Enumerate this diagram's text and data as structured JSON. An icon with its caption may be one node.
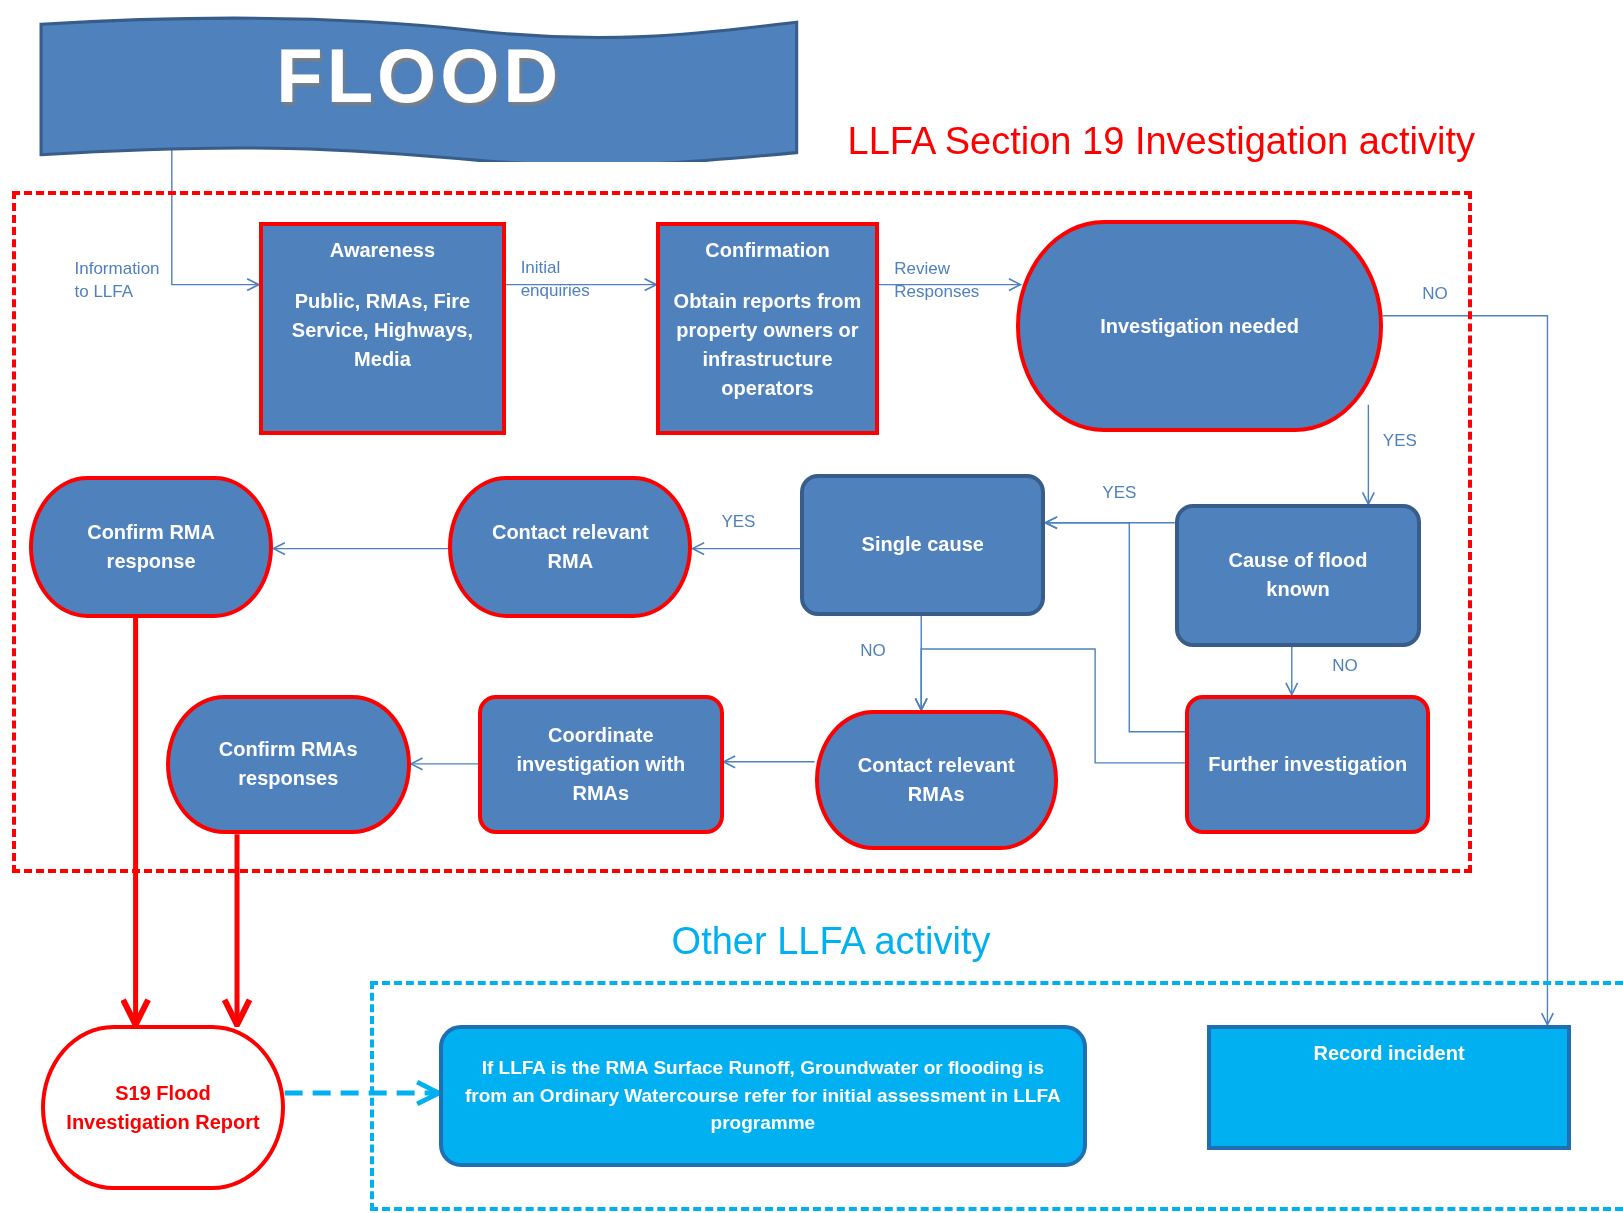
{
  "diagram": {
    "nodes": [
      {
        "text": [
          "FLOOD"
        ]
      },
      {
        "text": [
          "LLFA Section 19 Investigation activity"
        ]
      },
      {
        "text": [
          "Awareness",
          "Public, RMAs, Fire Service, Highways, Media"
        ],
        "in": 1
      },
      {
        "text": [
          "Confirmation",
          "Obtain reports from property owners or infrastructure operators"
        ],
        "in": 1
      },
      {
        "text": [
          "Investigation needed"
        ],
        "in": 1
      },
      {
        "text": [
          "Confirm RMA response"
        ],
        "in": 1
      },
      {
        "text": [
          "Contact relevant RMA"
        ],
        "in": 1
      },
      {
        "text": [
          "Single cause"
        ],
        "in": 1
      },
      {
        "text": [
          "Cause of flood known"
        ],
        "in": 1
      },
      {
        "text": [
          "Confirm RMAs responses"
        ],
        "in": 1
      },
      {
        "text": [
          "Coordinate investigation with RMAs"
        ],
        "in": 1
      },
      {
        "text": [
          "Contact relevant RMAs"
        ],
        "in": 1
      },
      {
        "text": [
          "Further investigation"
        ],
        "in": 1
      },
      {
        "text": [
          "Other LLFA activity"
        ]
      },
      {
        "text": [
          "S19 Flood Investigation Report"
        ]
      },
      {
        "text": [
          "If LLFA is the RMA Surface Runoff, Groundwater or flooding is from an Ordinary Watercourse refer for initial assessment in LLFA programme"
        ],
        "in": 13
      },
      {
        "text": [
          "Record incident"
        ],
        "in": 13
      }
    ],
    "edges": [
      {
        "from": 0,
        "to": 2,
        "arrow": "to",
        "label": "Information to LLFA"
      },
      {
        "from": 2,
        "to": 3,
        "arrow": "to",
        "label": "Initial enquiries"
      },
      {
        "from": 3,
        "to": 4,
        "arrow": "to",
        "label": "Review Responses"
      },
      {
        "from": 4,
        "to": 16,
        "arrow": "to",
        "label": "NO"
      },
      {
        "from": 4,
        "to": 8,
        "arrow": "to",
        "label": "YES"
      },
      {
        "from": 8,
        "to": 7,
        "arrow": "to",
        "label": "YES"
      },
      {
        "from": 8,
        "to": 12,
        "arrow": "to",
        "label": "NO"
      },
      {
        "from": 12,
        "to": 7,
        "arrow": "to"
      },
      {
        "from": 12,
        "to": 11,
        "arrow": "to"
      },
      {
        "from": 7,
        "to": 11,
        "arrow": "to",
        "label": "NO"
      },
      {
        "from": 7,
        "to": 6,
        "arrow": "to",
        "label": "YES"
      },
      {
        "from": 6,
        "to": 5,
        "arrow": "to"
      },
      {
        "from": 11,
        "to": 10,
        "arrow": "to"
      },
      {
        "from": 10,
        "to": 9,
        "arrow": "to"
      },
      {
        "from": 5,
        "to": 14,
        "arrow": "to",
        "style": "thick",
        "color": "#ff0000"
      },
      {
        "from": 9,
        "to": 14,
        "arrow": "to",
        "style": "thick",
        "color": "#ff0000"
      },
      {
        "from": 14,
        "to": 15,
        "arrow": "to",
        "style": "dashed",
        "color": "#00b0f0"
      }
    ]
  }
}
